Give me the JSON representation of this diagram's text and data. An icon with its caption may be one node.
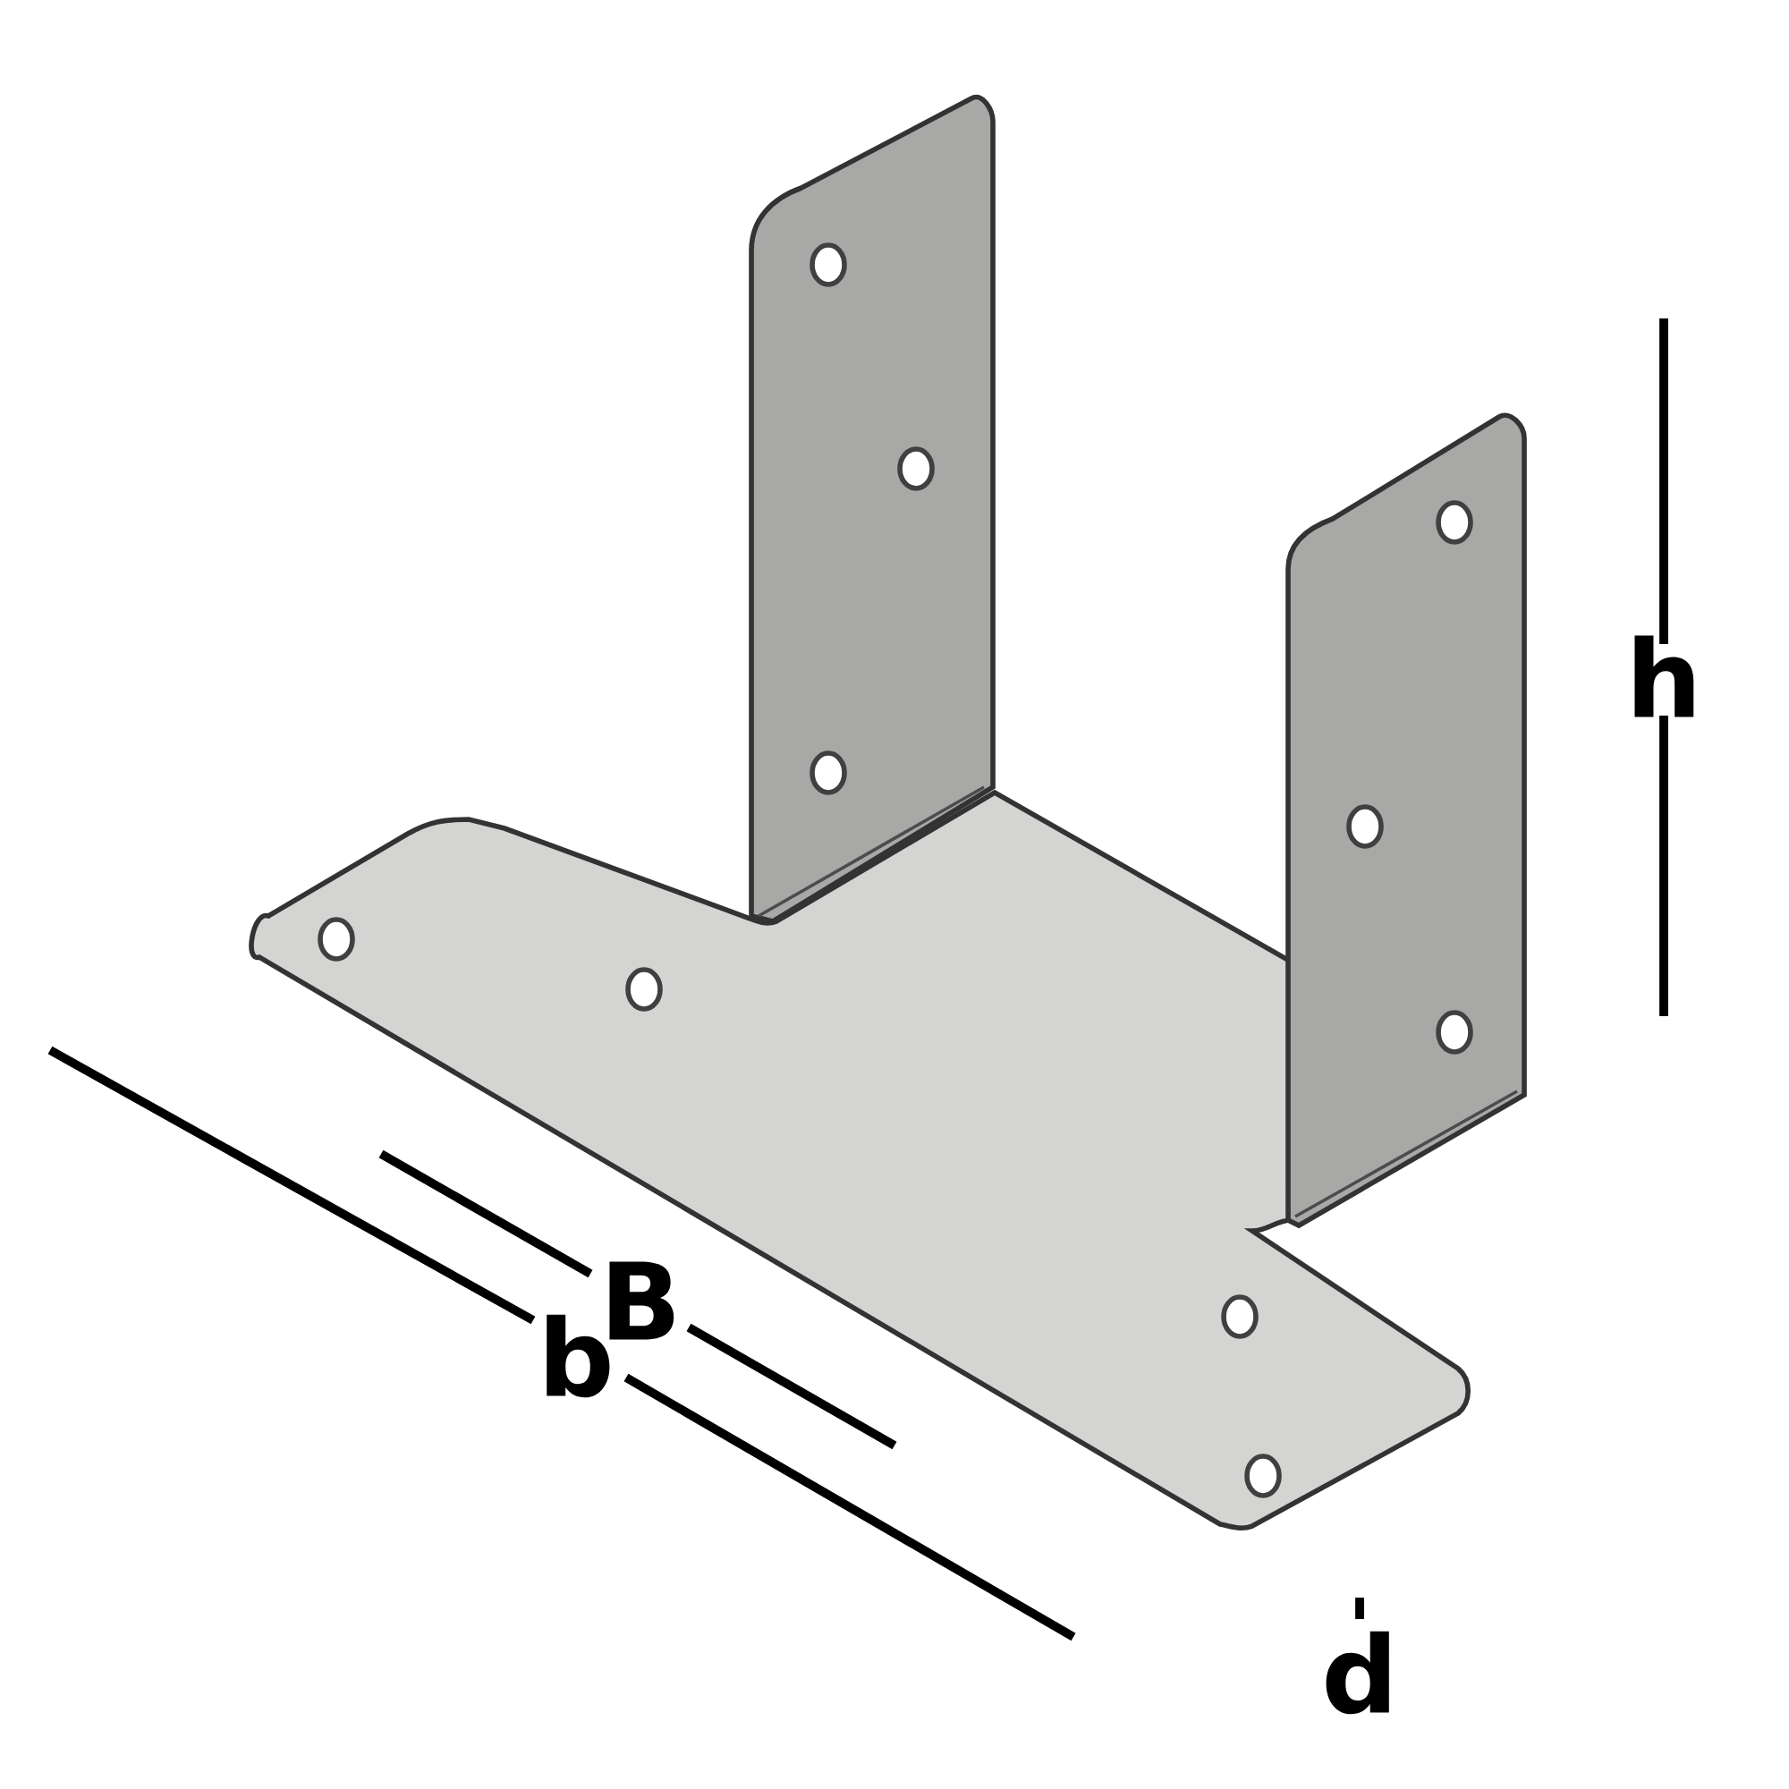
{
  "diagram": {
    "labels": [
      "h",
      "B",
      "b",
      "d"
    ]
  }
}
